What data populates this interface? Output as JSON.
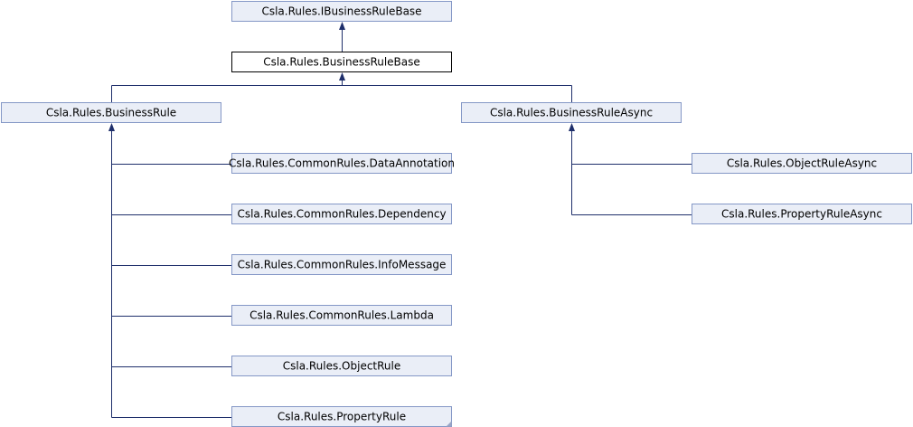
{
  "diagram": {
    "nodes": [
      {
        "id": "ibusinessrulebase",
        "label": "Csla.Rules.IBusinessRuleBase",
        "current": false
      },
      {
        "id": "businessrulebase",
        "label": "Csla.Rules.BusinessRuleBase",
        "current": true
      },
      {
        "id": "businessrule",
        "label": "Csla.Rules.BusinessRule",
        "current": false
      },
      {
        "id": "businessruleasync",
        "label": "Csla.Rules.BusinessRuleAsync",
        "current": false
      },
      {
        "id": "dataannotation",
        "label": "Csla.Rules.CommonRules.DataAnnotation",
        "current": false
      },
      {
        "id": "dependency",
        "label": "Csla.Rules.CommonRules.Dependency",
        "current": false
      },
      {
        "id": "infomessage",
        "label": "Csla.Rules.CommonRules.InfoMessage",
        "current": false
      },
      {
        "id": "lambda",
        "label": "Csla.Rules.CommonRules.Lambda",
        "current": false
      },
      {
        "id": "objectrule",
        "label": "Csla.Rules.ObjectRule",
        "current": false
      },
      {
        "id": "propertyrule",
        "label": "Csla.Rules.PropertyRule",
        "current": false
      },
      {
        "id": "objectruleasync",
        "label": "Csla.Rules.ObjectRuleAsync",
        "current": false
      },
      {
        "id": "propertyruleasync",
        "label": "Csla.Rules.PropertyRuleAsync",
        "current": false
      }
    ],
    "edges": [
      {
        "from": "businessrulebase",
        "to": "ibusinessrulebase"
      },
      {
        "from": "businessrule",
        "to": "businessrulebase"
      },
      {
        "from": "businessruleasync",
        "to": "businessrulebase"
      },
      {
        "from": "dataannotation",
        "to": "businessrule"
      },
      {
        "from": "dependency",
        "to": "businessrule"
      },
      {
        "from": "infomessage",
        "to": "businessrule"
      },
      {
        "from": "lambda",
        "to": "businessrule"
      },
      {
        "from": "objectrule",
        "to": "businessrule"
      },
      {
        "from": "propertyrule",
        "to": "businessrule"
      },
      {
        "from": "objectruleasync",
        "to": "businessruleasync"
      },
      {
        "from": "propertyruleasync",
        "to": "businessruleasync"
      }
    ],
    "colors": {
      "node_fill": "#eaeef7",
      "node_border": "#8497c6",
      "current_fill": "#ffffff",
      "current_border": "#000000",
      "edge": "#1f2f6b"
    }
  }
}
